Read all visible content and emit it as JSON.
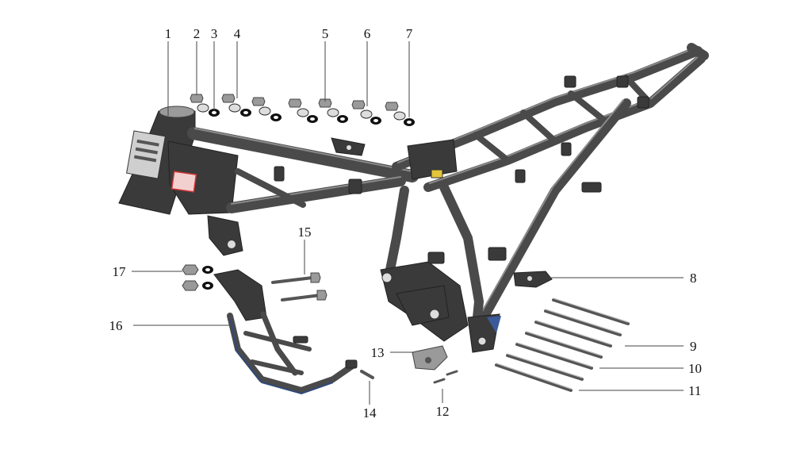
{
  "diagram": {
    "callouts": [
      {
        "id": "1",
        "label": "1"
      },
      {
        "id": "2",
        "label": "2"
      },
      {
        "id": "3",
        "label": "3"
      },
      {
        "id": "4",
        "label": "4"
      },
      {
        "id": "5",
        "label": "5"
      },
      {
        "id": "6",
        "label": "6"
      },
      {
        "id": "7",
        "label": "7"
      },
      {
        "id": "8",
        "label": "8"
      },
      {
        "id": "9",
        "label": "9"
      },
      {
        "id": "10",
        "label": "10"
      },
      {
        "id": "11",
        "label": "11"
      },
      {
        "id": "12",
        "label": "12"
      },
      {
        "id": "13",
        "label": "13"
      },
      {
        "id": "14",
        "label": "14"
      },
      {
        "id": "15",
        "label": "15"
      },
      {
        "id": "16",
        "label": "16"
      },
      {
        "id": "17",
        "label": "17"
      }
    ],
    "colors": {
      "frame": "#4a4a4a",
      "frame_highlight": "#8a8a8a",
      "guard_accent": "#2f4a7a",
      "label_text": "#111111",
      "background": "#ffffff"
    }
  }
}
